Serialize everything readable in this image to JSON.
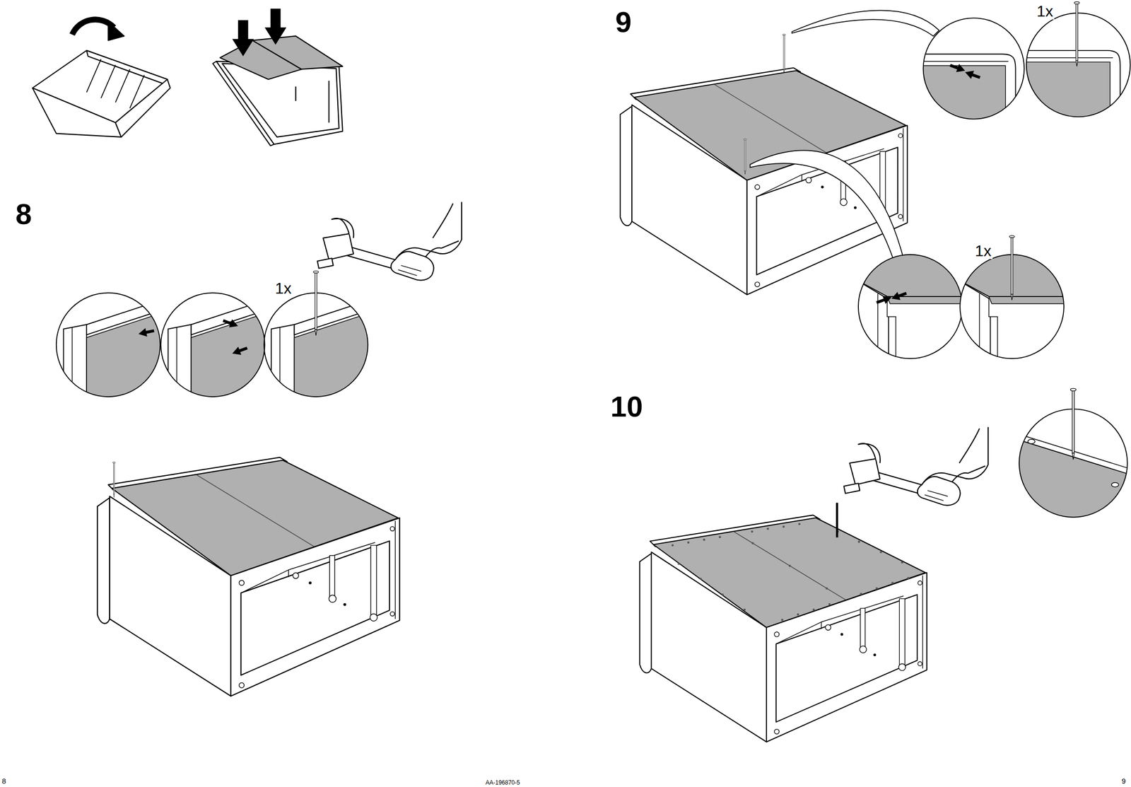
{
  "diagram": {
    "labels": [
      "8",
      "1x",
      "9",
      "1x",
      "1x",
      "10",
      "8",
      "AA-196870-5",
      "9"
    ]
  }
}
